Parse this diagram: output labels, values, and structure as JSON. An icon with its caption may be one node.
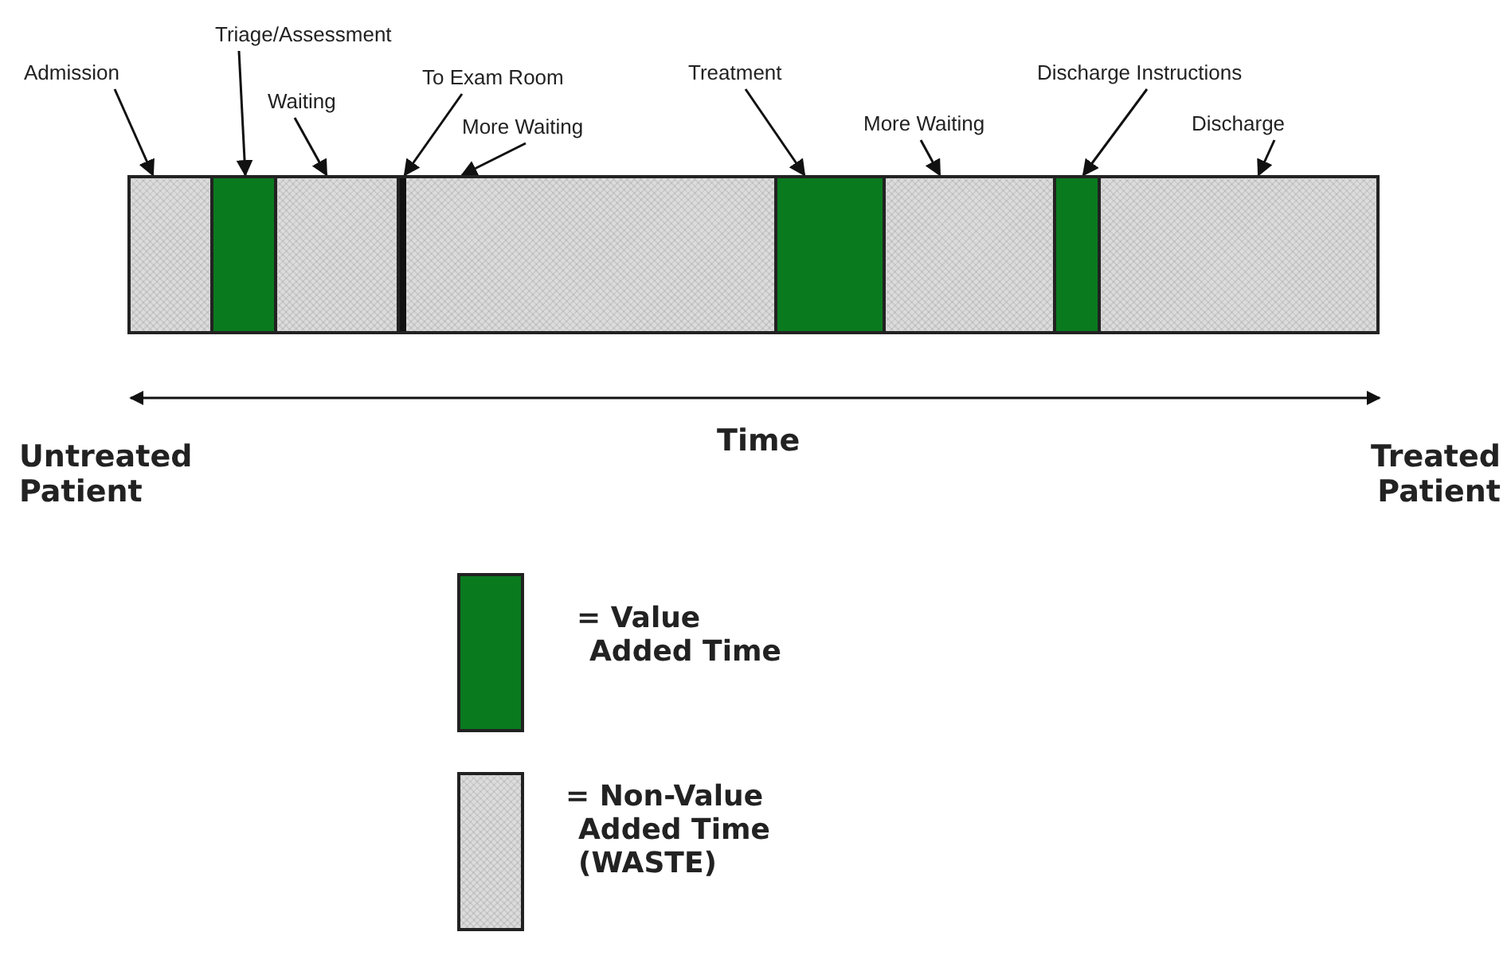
{
  "diagram": {
    "nodes": [
      {
        "text": [
          "Admission"
        ]
      },
      {
        "text": [
          "Triage/Assessment"
        ]
      },
      {
        "text": [
          "To Exam Room"
        ]
      },
      {
        "text": [
          "Waiting"
        ]
      },
      {
        "text": [
          "More Waiting"
        ]
      },
      {
        "text": [
          "Treatment"
        ]
      },
      {
        "text": [
          "More Waiting"
        ]
      },
      {
        "text": [
          "Discharge Instructions"
        ]
      },
      {
        "text": [
          "Discharge"
        ]
      },
      {
        "text": [],
        "shape": "bar"
      },
      {
        "text": [],
        "shape": "bar"
      },
      {
        "text": [],
        "shape": "bar"
      },
      {
        "text": [],
        "shape": "bar"
      },
      {
        "text": [],
        "shape": "bar"
      },
      {
        "text": [],
        "shape": "bar"
      },
      {
        "text": [],
        "shape": "bar"
      },
      {
        "text": [],
        "shape": "bar"
      },
      {
        "text": [],
        "shape": "bar"
      }
    ],
    "edges": [
      {
        "from": 0,
        "to": 9,
        "arrow": "to"
      },
      {
        "from": 1,
        "to": 10,
        "arrow": "to"
      },
      {
        "from": 2,
        "to": 12,
        "arrow": "to"
      },
      {
        "from": 3,
        "to": 11,
        "arrow": "to"
      },
      {
        "from": 4,
        "to": 13,
        "arrow": "to"
      },
      {
        "from": 5,
        "to": 14,
        "arrow": "to"
      },
      {
        "from": 6,
        "to": 15,
        "arrow": "to"
      },
      {
        "from": 7,
        "to": 16,
        "arrow": "to"
      },
      {
        "from": 8,
        "to": 17,
        "arrow": "to"
      }
    ],
    "labels": [
      "Time",
      "Untreated Patient",
      "Treated Patient"
    ],
    "legend": [
      {
        "text": "= Value Added Time",
        "color": "#0a7a1f"
      },
      {
        "text": "= Non-Value Added Time (WASTE)",
        "color": "#dcdcdc"
      }
    ]
  }
}
